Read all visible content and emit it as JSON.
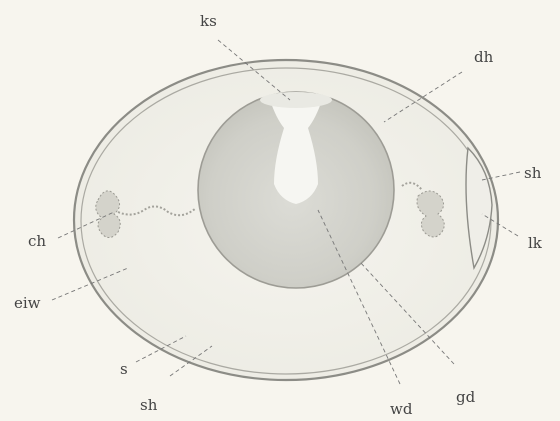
{
  "figure": {
    "labels": {
      "ks": "ks",
      "dh": "dh",
      "sh_right": "sh",
      "lk": "lk",
      "ch": "ch",
      "eiw": "eiw",
      "s": "s",
      "sh_bottom": "sh",
      "wd": "wd",
      "gd": "gd"
    }
  }
}
